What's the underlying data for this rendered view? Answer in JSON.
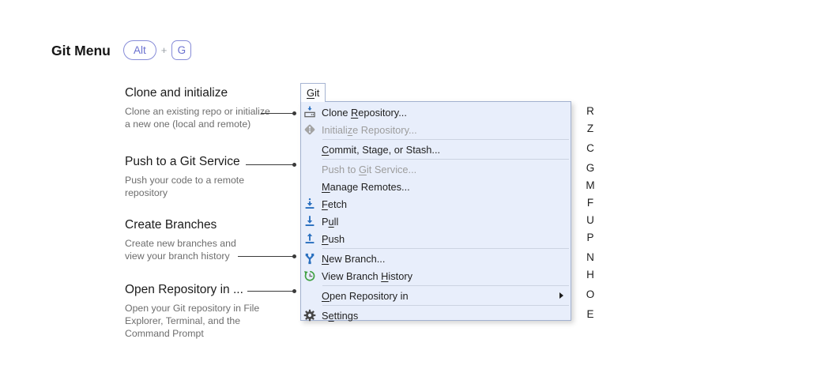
{
  "page": {
    "title": "Git Menu"
  },
  "shortcut": {
    "keys": [
      "Alt",
      "G"
    ],
    "separator": "+"
  },
  "annotations": [
    {
      "heading": "Clone and initialize",
      "lines": [
        "Clone an existing repo or initialize",
        "a new one (local and remote)"
      ]
    },
    {
      "heading": "Push to a Git Service",
      "lines": [
        "Push your code to a remote",
        "repository"
      ]
    },
    {
      "heading": "Create Branches",
      "lines": [
        "Create new branches and",
        "view your branch history"
      ]
    },
    {
      "heading": "Open Repository in ...",
      "lines": [
        "Open your Git repository in File",
        "Explorer, Terminal, and the",
        "Command Prompt"
      ]
    }
  ],
  "menu": {
    "tab": {
      "pre": "",
      "mn": "G",
      "post": "it"
    },
    "items": [
      {
        "type": "item",
        "pre": "Clone ",
        "mn": "R",
        "post": "epository...",
        "icon": "clone-repository-icon",
        "enabled": true,
        "key": "R"
      },
      {
        "type": "item",
        "pre": "Initiali",
        "mn": "z",
        "post": "e Repository...",
        "icon": "initialize-repository-icon",
        "enabled": false,
        "key": "Z"
      },
      {
        "type": "separator"
      },
      {
        "type": "item",
        "pre": "",
        "mn": "C",
        "post": "ommit, Stage, or Stash...",
        "icon": null,
        "enabled": true,
        "key": "C"
      },
      {
        "type": "separator"
      },
      {
        "type": "item",
        "pre": "Push to ",
        "mn": "G",
        "post": "it Service...",
        "icon": null,
        "enabled": false,
        "key": "G"
      },
      {
        "type": "item",
        "pre": "",
        "mn": "M",
        "post": "anage Remotes...",
        "icon": null,
        "enabled": true,
        "key": "M"
      },
      {
        "type": "item",
        "pre": "",
        "mn": "F",
        "post": "etch",
        "icon": "fetch-icon",
        "enabled": true,
        "key": "F"
      },
      {
        "type": "item",
        "pre": "P",
        "mn": "u",
        "post": "ll",
        "icon": "pull-icon",
        "enabled": true,
        "key": "U"
      },
      {
        "type": "item",
        "pre": "",
        "mn": "P",
        "post": "ush",
        "icon": "push-icon",
        "enabled": true,
        "key": "P"
      },
      {
        "type": "separator"
      },
      {
        "type": "item",
        "pre": "",
        "mn": "N",
        "post": "ew Branch...",
        "icon": "new-branch-icon",
        "enabled": true,
        "key": "N"
      },
      {
        "type": "item",
        "pre": "View Branch ",
        "mn": "H",
        "post": "istory",
        "icon": "branch-history-icon",
        "enabled": true,
        "key": "H"
      },
      {
        "type": "separator"
      },
      {
        "type": "item",
        "pre": "",
        "mn": "O",
        "post": "pen Repository in",
        "icon": null,
        "enabled": true,
        "submenu": true,
        "key": "O"
      },
      {
        "type": "separator"
      },
      {
        "type": "item",
        "pre": "S",
        "mn": "e",
        "post": "ttings",
        "icon": "settings-gear-icon",
        "enabled": true,
        "key": "E"
      }
    ]
  },
  "colors": {
    "menu_background": "#e8eefb",
    "menu_border": "#a2b1cf",
    "separator": "#ccd3e2",
    "icon_blue": "#2a70bf",
    "icon_green": "#3fa142",
    "icon_gray": "#a3a3a3",
    "gear_gray": "#474747",
    "disabled_text": "#9d9d9d",
    "enabled_text": "#1f1f1f",
    "keycap_purple": "#6a70cf",
    "annotation_body_gray": "#6d6d6d",
    "connector": "#3a3a3a"
  }
}
